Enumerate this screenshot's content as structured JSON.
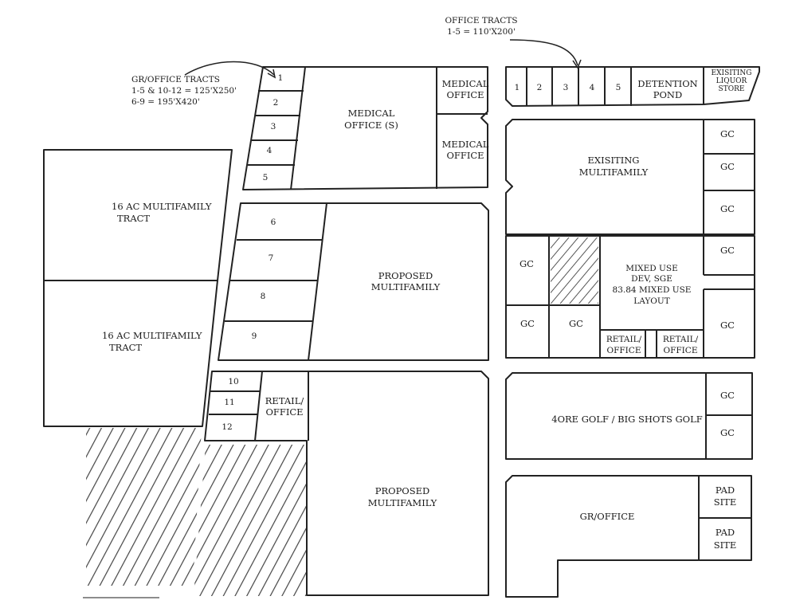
{
  "annotations": {
    "office_tracts_title": "OFFICE TRACTS",
    "office_tracts_dims": "1-5 = 110'X200'",
    "gr_office_tracts_title": "GR/OFFICE TRACTS",
    "gr_office_tracts_dims_1": "1-5 & 10-12 = 125'X250'",
    "gr_office_tracts_dims_2": "6-9 = 195'X420'"
  },
  "labels": {
    "multifamily_tract_line1": "16 AC MULTIFAMILY",
    "multifamily_tract_line2": "TRACT",
    "medical_office_s_line1": "MEDICAL",
    "medical_office_s_line2": "OFFICE (S)",
    "medical": "MEDICAL",
    "office": "OFFICE",
    "proposed": "PROPOSED",
    "multifamily": "MULTIFAMILY",
    "retail_slash": "RETAIL/",
    "detention": "DETENTION",
    "pond": "POND",
    "exisiting_liquor_line1": "EXISITING",
    "exisiting_liquor_line2": "LIQUOR",
    "exisiting_liquor_line3": "STORE",
    "exisiting_multifamily_line1": "EXISITING",
    "exisiting_multifamily_line2": "MULTIFAMILY",
    "gc": "GC",
    "mixed_use_line1": "MIXED USE",
    "mixed_use_line2": "DEV, SGE",
    "mixed_use_line3": "83.84 MIXED USE",
    "mixed_use_line4": "LAYOUT",
    "golf": "4ORE GOLF / BIG SHOTS GOLF",
    "gr_office": "GR/OFFICE",
    "pad": "PAD",
    "site": "SITE"
  },
  "tract_numbers": {
    "office_row": [
      "1",
      "2",
      "3",
      "4",
      "5"
    ],
    "gr_office_upper": [
      "1",
      "2",
      "3",
      "4",
      "5"
    ],
    "gr_office_middle": [
      "6",
      "7",
      "8",
      "9"
    ],
    "gr_office_lower": [
      "10",
      "11",
      "12"
    ]
  }
}
